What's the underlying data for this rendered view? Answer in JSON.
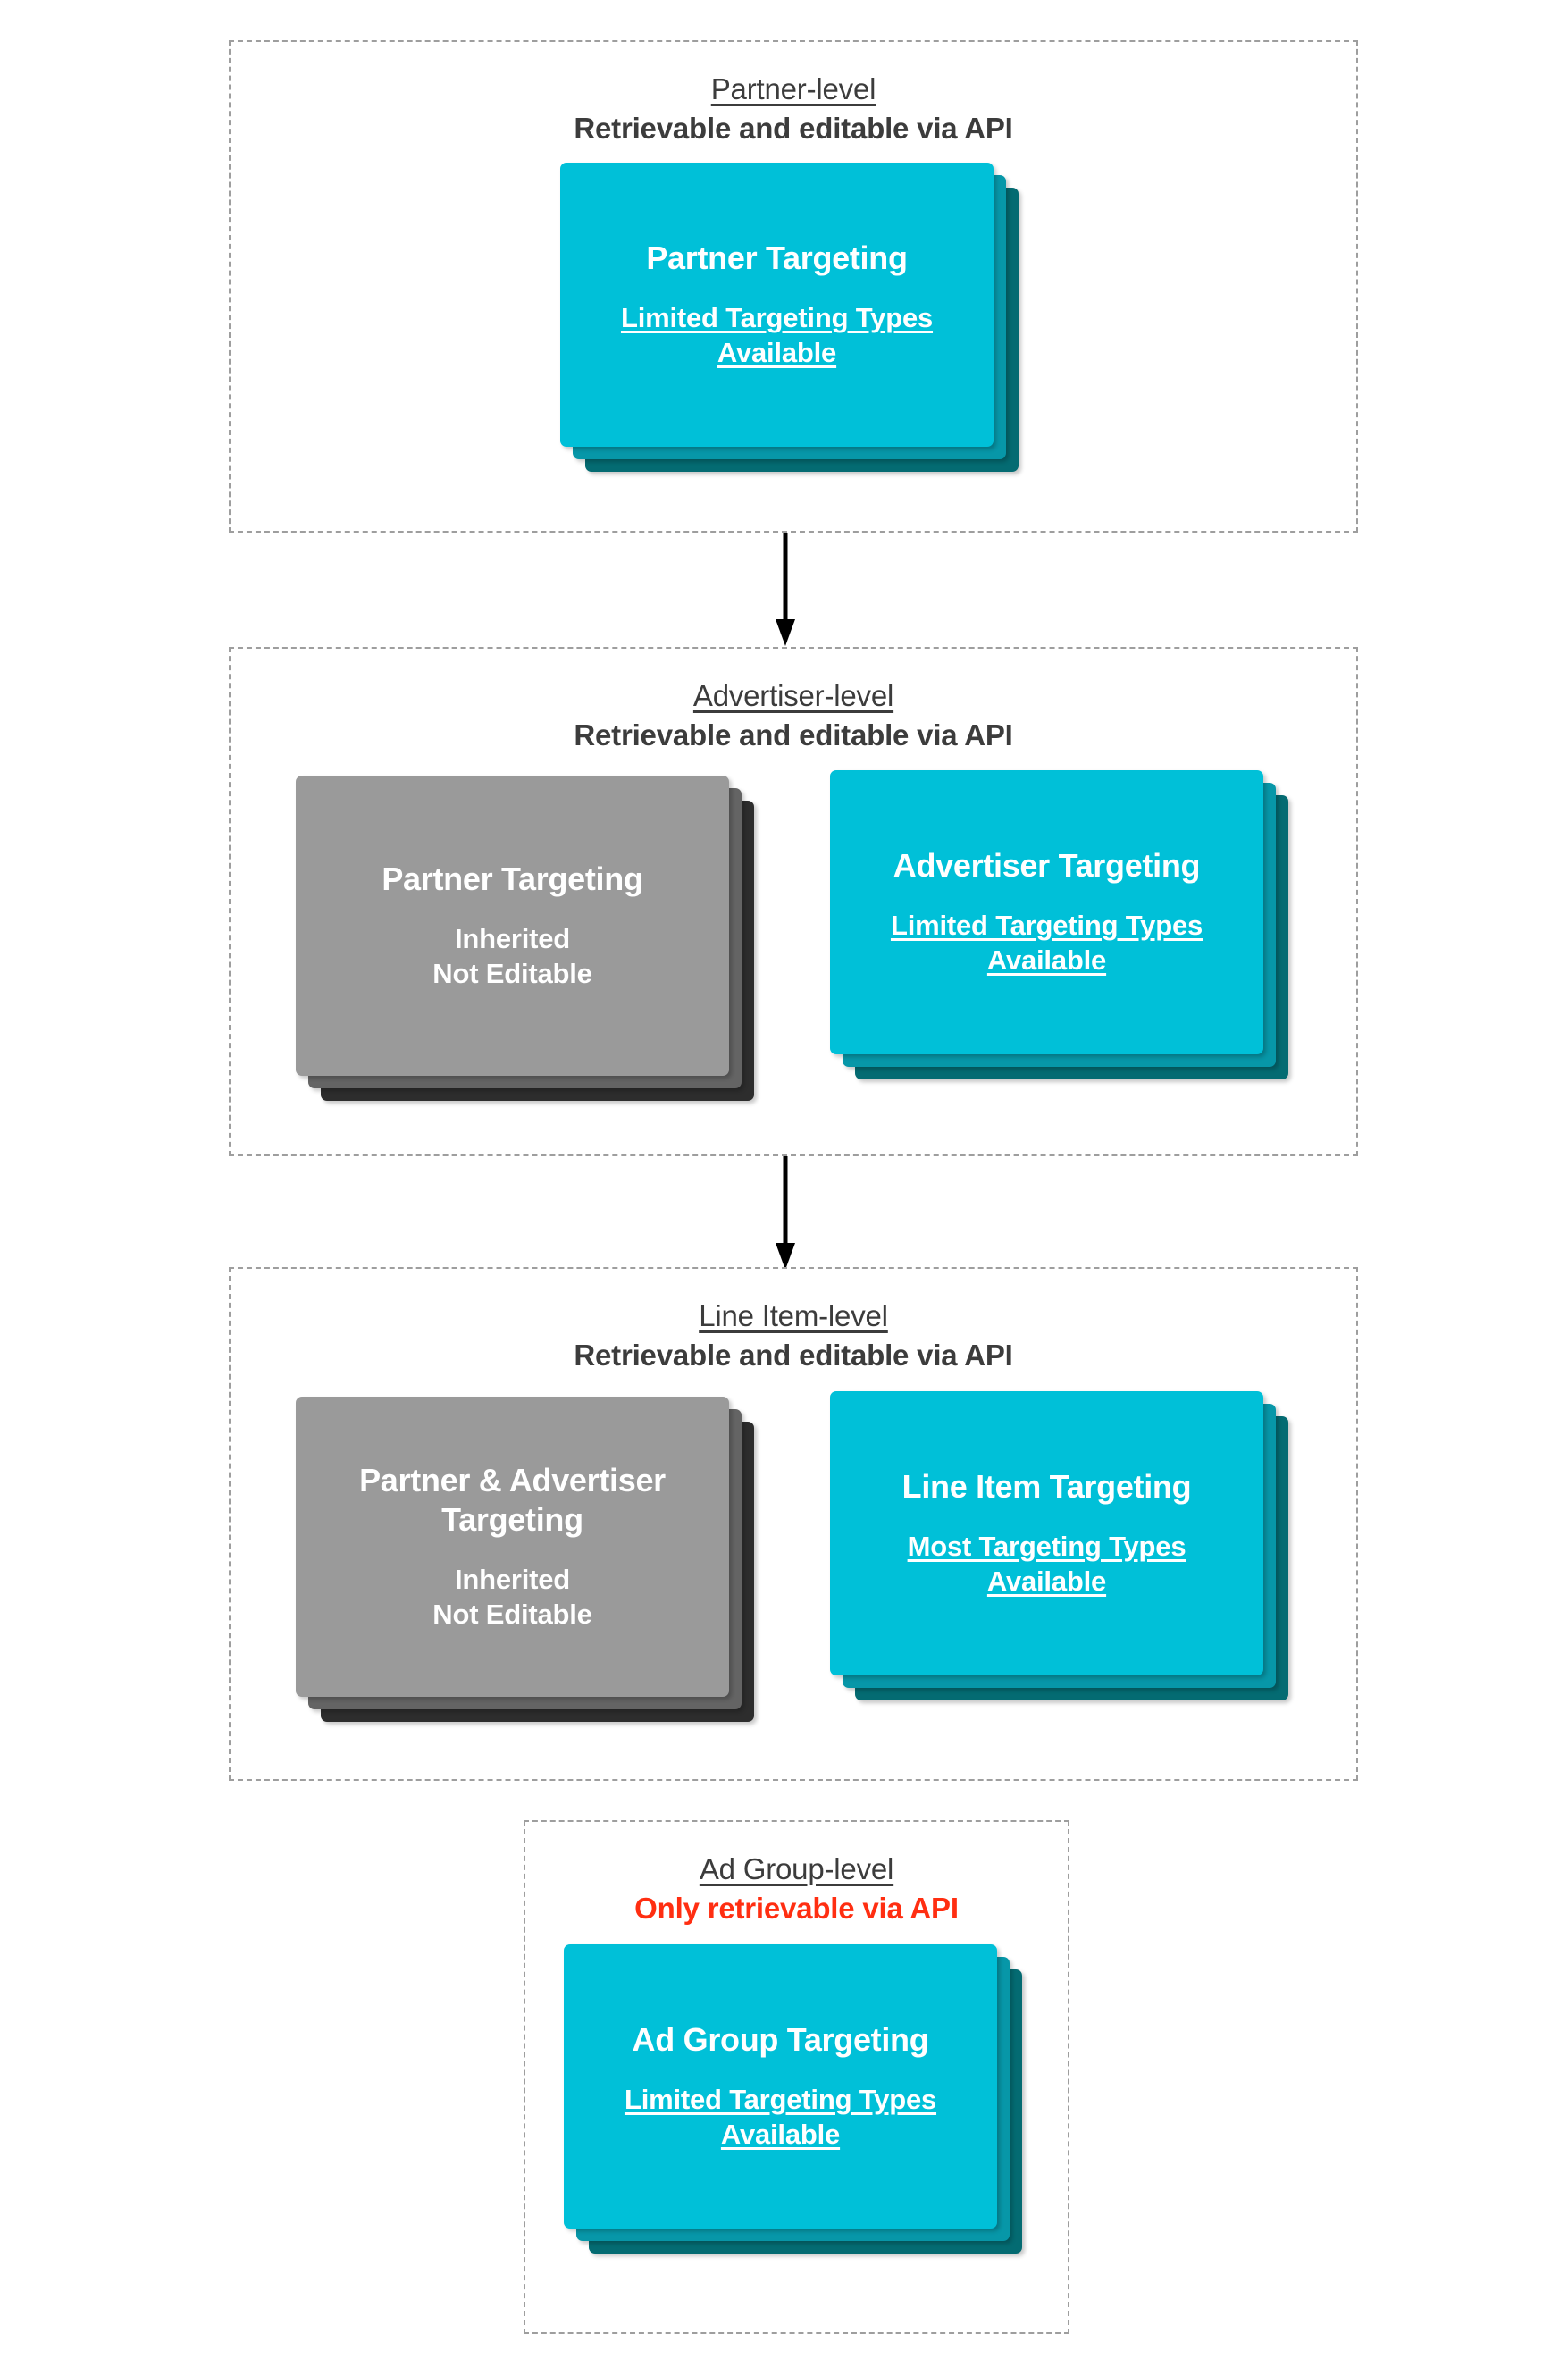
{
  "diagram": {
    "type": "hierarchy-flow",
    "title_semantic": "Targeting inheritance across Partner, Advertiser, Line Item and Ad Group levels",
    "palette": {
      "card_teal_front": "#00C0D8",
      "card_teal_mid": "#0797A8",
      "card_teal_back": "#046B72",
      "card_grey_front": "#9A9A9A",
      "card_grey_mid": "#646464",
      "card_grey_back": "#2D2D2D",
      "text_dark": "#3C3C3C",
      "text_alert_red": "#FF2E11",
      "dashed_border": "#9E9E9E",
      "arrow": "#000000",
      "card_text": "#FFFFFF"
    },
    "levels": [
      {
        "id": "partner-level",
        "title": "Partner-level",
        "subtitle": "Retrievable and editable via API",
        "subtitle_alert": false,
        "cards": [
          {
            "id": "partner-targeting",
            "style": "teal",
            "title": "Partner Targeting",
            "note": "Limited Targeting Types Available",
            "note_underlined": true
          }
        ]
      },
      {
        "id": "advertiser-level",
        "title": "Advertiser-level",
        "subtitle": "Retrievable and editable via API",
        "subtitle_alert": false,
        "cards": [
          {
            "id": "inherited-partner-targeting",
            "style": "grey",
            "title": "Partner Targeting",
            "note": "Inherited\nNot Editable",
            "note_underlined": false
          },
          {
            "id": "advertiser-targeting",
            "style": "teal",
            "title": "Advertiser Targeting",
            "note": "Limited Targeting Types Available",
            "note_underlined": true
          }
        ]
      },
      {
        "id": "line-item-level",
        "title": "Line Item-level",
        "subtitle": "Retrievable and editable via API",
        "subtitle_alert": false,
        "cards": [
          {
            "id": "inherited-partner-advertiser-targeting",
            "style": "grey",
            "title": "Partner & Advertiser Targeting",
            "note": "Inherited\nNot Editable",
            "note_underlined": false
          },
          {
            "id": "line-item-targeting",
            "style": "teal",
            "title": "Line Item Targeting",
            "note": "Most Targeting Types Available",
            "note_underlined": true
          }
        ]
      },
      {
        "id": "ad-group-level",
        "title": "Ad Group-level",
        "subtitle": "Only retrievable via API",
        "subtitle_alert": true,
        "cards": [
          {
            "id": "ad-group-targeting",
            "style": "teal",
            "title": "Ad Group Targeting",
            "note": "Limited Targeting Types Available",
            "note_underlined": true
          }
        ]
      }
    ],
    "connectors": [
      {
        "id": "arrow-partner-to-advertiser",
        "from": "partner-level",
        "to": "advertiser-level"
      },
      {
        "id": "arrow-advertiser-to-line-item",
        "from": "advertiser-level",
        "to": "line-item-level"
      }
    ]
  }
}
